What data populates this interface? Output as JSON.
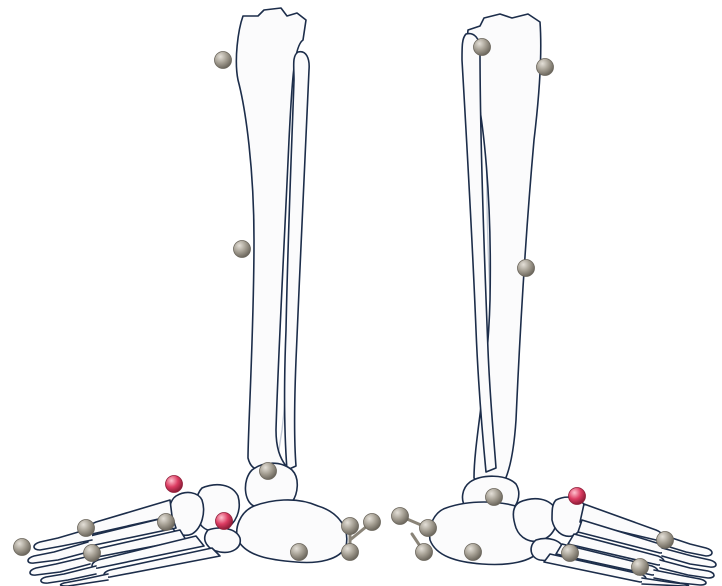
{
  "figure": {
    "background": "#ffffff",
    "bone_stroke": "#1c2d4a",
    "bone_fill": "#fbfbfc",
    "hidden_bone_stroke": "#c3cad6",
    "marker_colors": {
      "standard": "#9c968a",
      "highlight": "#d63a5e"
    }
  },
  "legs": [
    {
      "name": "left-leg",
      "markers": [
        {
          "id": "lm1",
          "type": "standard"
        },
        {
          "id": "lm2",
          "type": "standard"
        },
        {
          "id": "lm3",
          "type": "standard"
        },
        {
          "id": "lm4",
          "type": "highlight"
        },
        {
          "id": "lm5",
          "type": "highlight"
        },
        {
          "id": "lm6",
          "type": "standard"
        },
        {
          "id": "lm7",
          "type": "standard"
        },
        {
          "id": "lm8",
          "type": "standard"
        },
        {
          "id": "lm9",
          "type": "standard"
        },
        {
          "id": "lm10",
          "type": "standard"
        },
        {
          "id": "lm11",
          "type": "standard"
        },
        {
          "id": "lm12",
          "type": "standard"
        },
        {
          "id": "lm13",
          "type": "standard"
        }
      ]
    },
    {
      "name": "right-leg",
      "markers": [
        {
          "id": "rm1",
          "type": "standard"
        },
        {
          "id": "rm2",
          "type": "standard"
        },
        {
          "id": "rm3",
          "type": "standard"
        },
        {
          "id": "rm4",
          "type": "standard"
        },
        {
          "id": "rm5",
          "type": "highlight"
        },
        {
          "id": "rm6",
          "type": "standard"
        },
        {
          "id": "rm7",
          "type": "standard"
        },
        {
          "id": "rm8",
          "type": "standard"
        },
        {
          "id": "rm9",
          "type": "standard"
        },
        {
          "id": "rm10",
          "type": "standard"
        },
        {
          "id": "rm11",
          "type": "standard"
        },
        {
          "id": "rm12",
          "type": "standard"
        }
      ]
    }
  ]
}
